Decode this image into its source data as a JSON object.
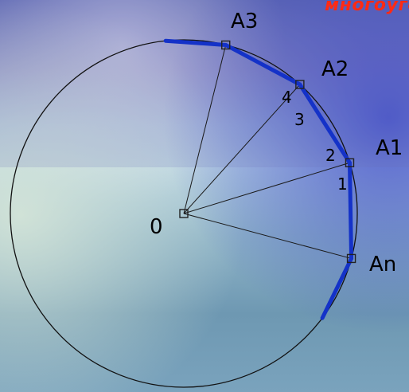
{
  "caption": "многоуго",
  "center": {
    "label": "0"
  },
  "vertices": [
    {
      "id": "An",
      "label": "An"
    },
    {
      "id": "A1",
      "label": "A1"
    },
    {
      "id": "A2",
      "label": "A2"
    },
    {
      "id": "A3",
      "label": "A3"
    }
  ],
  "angles": [
    {
      "label": "1"
    },
    {
      "label": "2"
    },
    {
      "label": "3"
    },
    {
      "label": "4"
    }
  ],
  "colors": {
    "polygon_edge": "#1432c8",
    "circle": "#111111",
    "caption": "#ff2a14"
  }
}
